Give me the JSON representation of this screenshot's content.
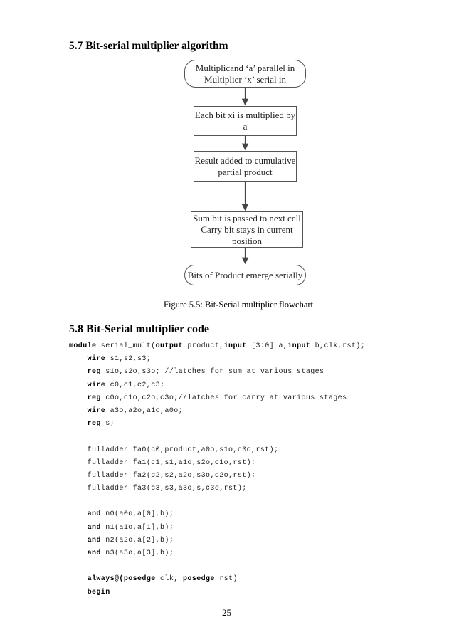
{
  "section_57": {
    "title": "5.7 Bit-serial multiplier algorithm"
  },
  "flowchart": {
    "start": [
      "Multiplicand ‘a’ parallel in",
      "Multiplier ‘x’ serial in"
    ],
    "step1": [
      "Each bit xi is multiplied by",
      "a"
    ],
    "step2": [
      "Result added to cumulative",
      "partial product"
    ],
    "step3": [
      "Sum bit is passed to next cell",
      "Carry bit stays in current",
      "position"
    ],
    "end": [
      "Bits of Product emerge serially"
    ]
  },
  "figure_caption": "Figure 5.5: Bit-Serial multiplier flowchart",
  "section_58": {
    "title": "5.8 Bit-Serial multiplier code"
  },
  "code_lines": [
    [
      {
        "t": "module",
        "k": 1
      },
      {
        "t": " serial_mult("
      },
      {
        "t": "output",
        "k": 1
      },
      {
        "t": " product,"
      },
      {
        "t": "input",
        "k": 1
      },
      {
        "t": " [3:0] a,"
      },
      {
        "t": "input",
        "k": 1
      },
      {
        "t": " b,clk,rst);"
      }
    ],
    [
      {
        "t": "    "
      },
      {
        "t": "wire",
        "k": 1
      },
      {
        "t": " s1,s2,s3;"
      }
    ],
    [
      {
        "t": "    "
      },
      {
        "t": "reg",
        "k": 1
      },
      {
        "t": " s1o,s2o,s3o; //latches for sum at various stages"
      }
    ],
    [
      {
        "t": "    "
      },
      {
        "t": "wire",
        "k": 1
      },
      {
        "t": " c0,c1,c2,c3;"
      }
    ],
    [
      {
        "t": "    "
      },
      {
        "t": "reg",
        "k": 1
      },
      {
        "t": " c0o,c1o,c2o,c3o;//latches for carry at various stages"
      }
    ],
    [
      {
        "t": "    "
      },
      {
        "t": "wire",
        "k": 1
      },
      {
        "t": " a3o,a2o,a1o,a0o;"
      }
    ],
    [
      {
        "t": "    "
      },
      {
        "t": "reg",
        "k": 1
      },
      {
        "t": " s;"
      }
    ],
    [],
    [
      {
        "t": "    fulladder fa0(c0,product,a0o,s1o,c0o,rst);"
      }
    ],
    [
      {
        "t": "    fulladder fa1(c1,s1,a1o,s2o,c1o,rst);"
      }
    ],
    [
      {
        "t": "    fulladder fa2(c2,s2,a2o,s3o,c2o,rst);"
      }
    ],
    [
      {
        "t": "    fulladder fa3(c3,s3,a3o,s,c3o,rst);"
      }
    ],
    [],
    [
      {
        "t": "    "
      },
      {
        "t": "and",
        "k": 1
      },
      {
        "t": " n0(a0o,a[0],b);"
      }
    ],
    [
      {
        "t": "    "
      },
      {
        "t": "and",
        "k": 1
      },
      {
        "t": " n1(a1o,a[1],b);"
      }
    ],
    [
      {
        "t": "    "
      },
      {
        "t": "and",
        "k": 1
      },
      {
        "t": " n2(a2o,a[2],b);"
      }
    ],
    [
      {
        "t": "    "
      },
      {
        "t": "and",
        "k": 1
      },
      {
        "t": " n3(a3o,a[3],b);"
      }
    ],
    [],
    [
      {
        "t": "    "
      },
      {
        "t": "always@(posedge",
        "k": 1
      },
      {
        "t": " clk, "
      },
      {
        "t": "posedge",
        "k": 1
      },
      {
        "t": " rst)"
      }
    ],
    [
      {
        "t": "    "
      },
      {
        "t": "begin",
        "k": 1
      }
    ]
  ],
  "page_number": "25"
}
